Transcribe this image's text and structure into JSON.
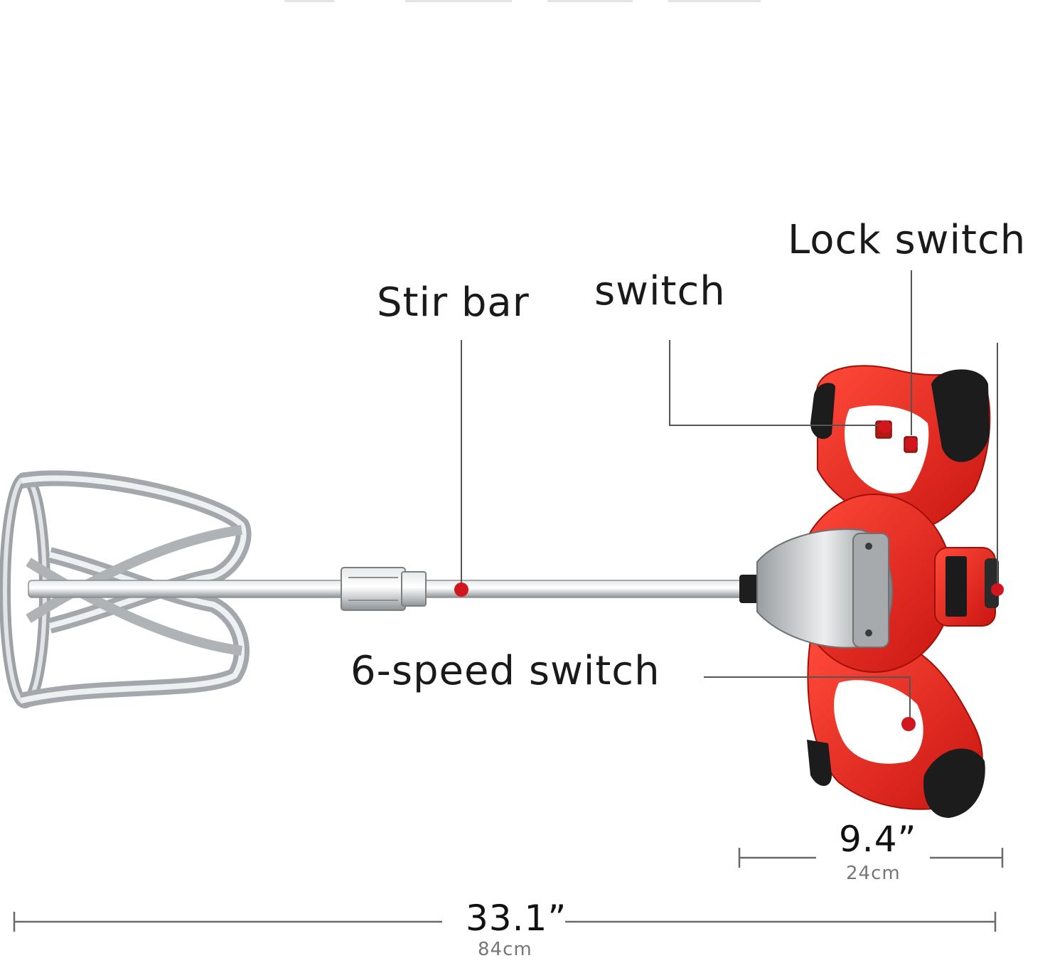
{
  "callouts": {
    "stir_bar": "Stir bar",
    "switch": "switch",
    "lock_switch": "Lock switch",
    "speed_switch": "6-speed switch"
  },
  "dimensions": {
    "overall": {
      "imperial": "33.1”",
      "metric": "84cm"
    },
    "handle": {
      "imperial": "9.4”",
      "metric": "24cm"
    }
  },
  "colors": {
    "body_red": "#e8261c",
    "grip_black": "#1c1c1c",
    "metal": "#b9bcbf",
    "marker_red": "#d2161e",
    "line": "#555555"
  },
  "icons": [
    "electric-paint-mixer-illustration",
    "callout-marker-dot"
  ]
}
